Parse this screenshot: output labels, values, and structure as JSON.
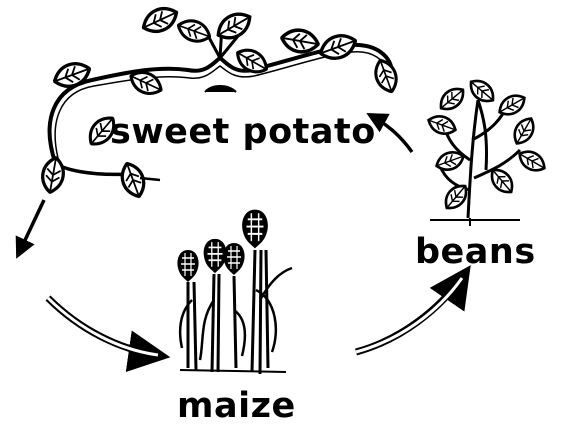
{
  "crops": {
    "sweet_potato": "sweet potato",
    "beans": "beans",
    "maize": "maize"
  },
  "colors": {
    "ink": "#000000",
    "background": "#ffffff"
  },
  "icons": [
    "sweet-potato-vine-icon",
    "maize-plant-icon",
    "bean-plant-icon",
    "arrow-icon"
  ]
}
